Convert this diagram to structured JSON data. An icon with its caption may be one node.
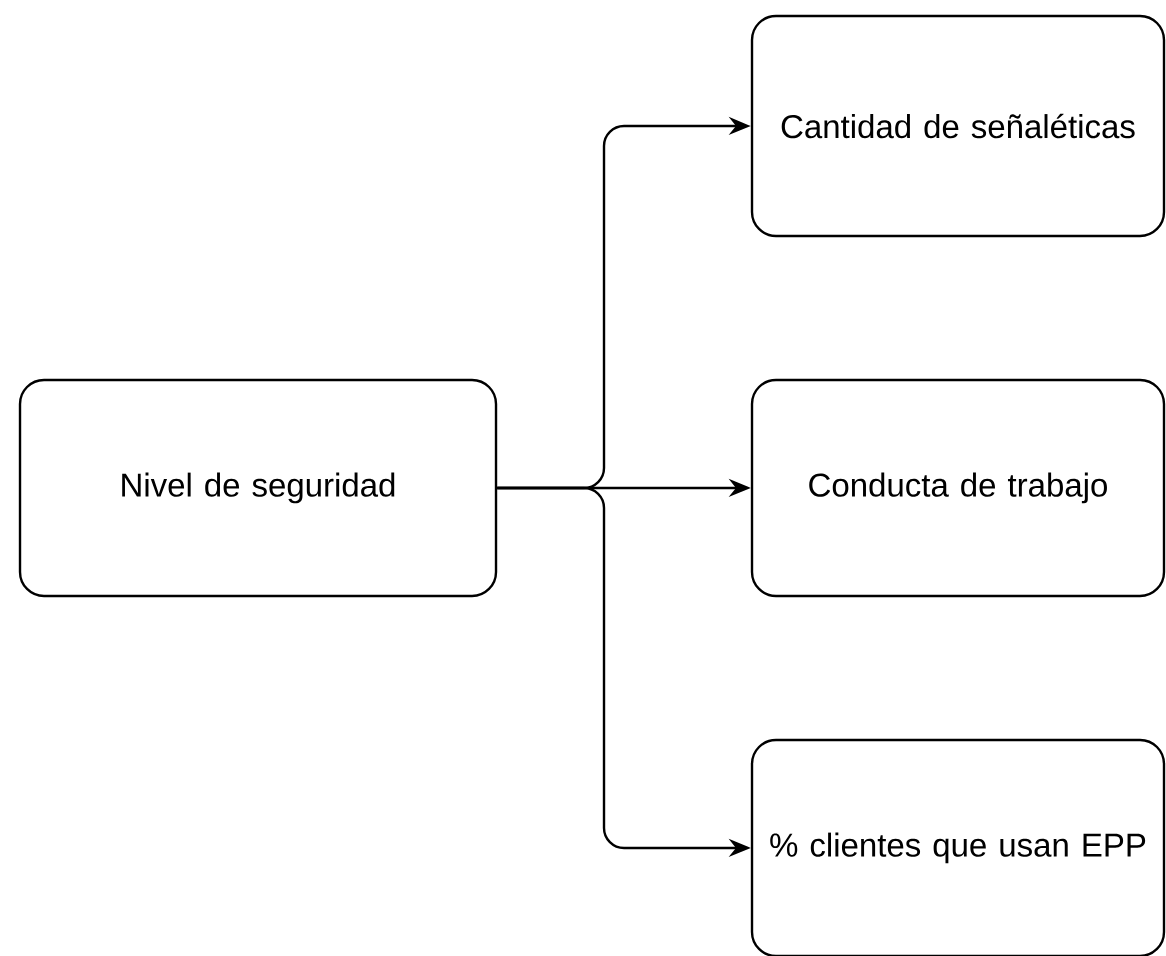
{
  "diagram": {
    "nodes": [
      {
        "text": [
          "Nivel de seguridad"
        ]
      },
      {
        "text": [
          "Cantidad de señaléticas"
        ]
      },
      {
        "text": [
          "Conducta de trabajo"
        ]
      },
      {
        "text": [
          "% clientes que usan EPP"
        ]
      }
    ],
    "edges": [
      {
        "from": 0,
        "to": 1,
        "arrow": "to"
      },
      {
        "from": 0,
        "to": 2,
        "arrow": "to"
      },
      {
        "from": 0,
        "to": 3,
        "arrow": "to"
      }
    ]
  }
}
